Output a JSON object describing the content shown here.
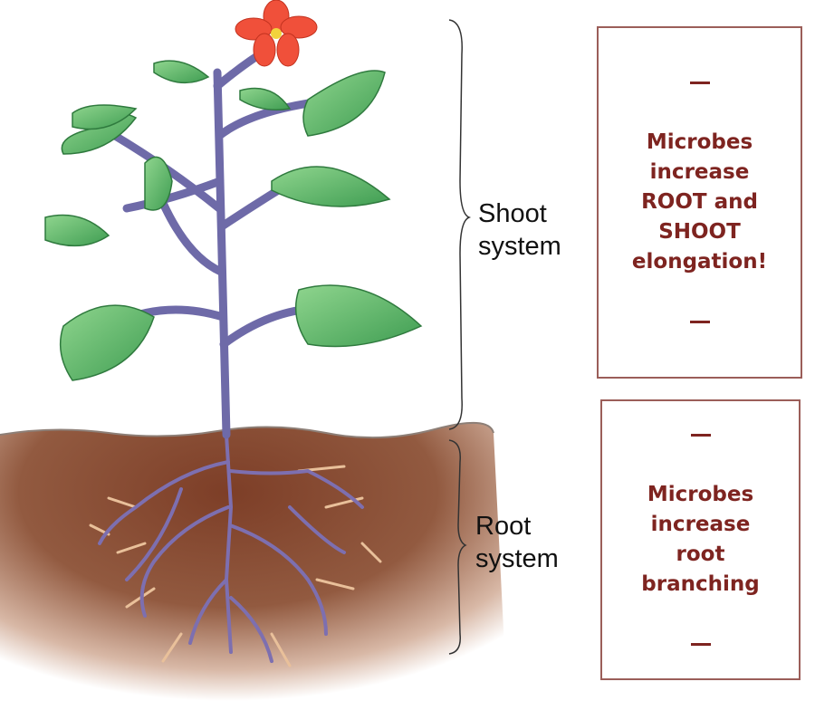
{
  "labels": {
    "shoot_line1": "Shoot",
    "shoot_line2": "system",
    "root_line1": "Root",
    "root_line2": "system"
  },
  "boxes": {
    "shoot": {
      "lines": [
        "Microbes",
        "increase",
        "ROOT and",
        "SHOOT",
        "elongation!"
      ]
    },
    "root": {
      "lines": [
        "Microbes",
        "increase",
        "root",
        "branching"
      ]
    }
  },
  "colors": {
    "accent": "#7e2420",
    "box_border": "#9b5e59",
    "soil": "#8a4a32",
    "leaf": "#6cc070",
    "stem": "#6e6aa8",
    "flower": "#f0503a"
  }
}
